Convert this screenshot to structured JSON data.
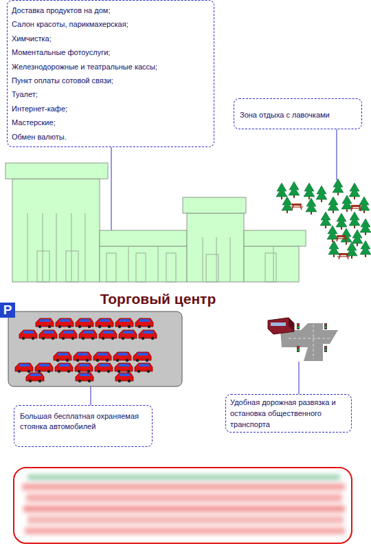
{
  "diagram": {
    "title": "Торговый центр",
    "nodes": [
      {
        "text": [
          "Доставка продуктов на дом;",
          "Салон красоты, парикмахерская;",
          "Химчистка;",
          "Моментальные фотоуслуги;",
          "Железнодорожные и театральные кассы;",
          "Пункт оплаты сотовой связи;",
          "Туалет;",
          "Интернет-кафе;",
          "Мастерские;",
          "Обмен валюты."
        ]
      },
      {
        "text": [
          "Зона отдыха с лавочками"
        ]
      },
      {
        "text": [
          "Большая бесплатная охраняемая стоянка автомобилей"
        ]
      },
      {
        "text": [
          "Удобная дорожная развязка и остановка общественного транспорта"
        ]
      }
    ],
    "labels": [
      "P"
    ]
  }
}
